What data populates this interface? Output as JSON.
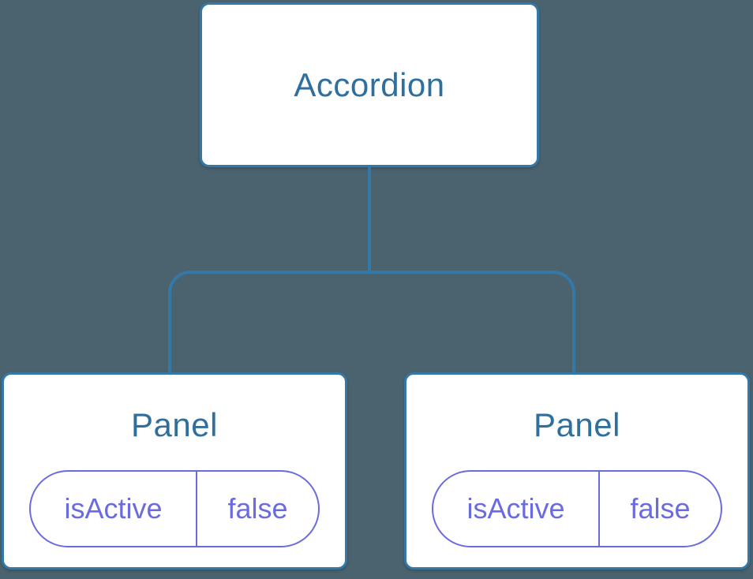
{
  "diagram": {
    "description": "React component tree diagram",
    "root": {
      "title": "Accordion"
    },
    "children": [
      {
        "title": "Panel",
        "state": {
          "key": "isActive",
          "value": "false"
        }
      },
      {
        "title": "Panel",
        "state": {
          "key": "isActive",
          "value": "false"
        }
      }
    ]
  },
  "colors": {
    "background": "#4A636E",
    "node_background": "#FFFFFF",
    "node_border": "#3478A8",
    "node_title_text": "#2F6F9E",
    "connector": "#3478A8",
    "state_accent": "#6B6BE0"
  }
}
